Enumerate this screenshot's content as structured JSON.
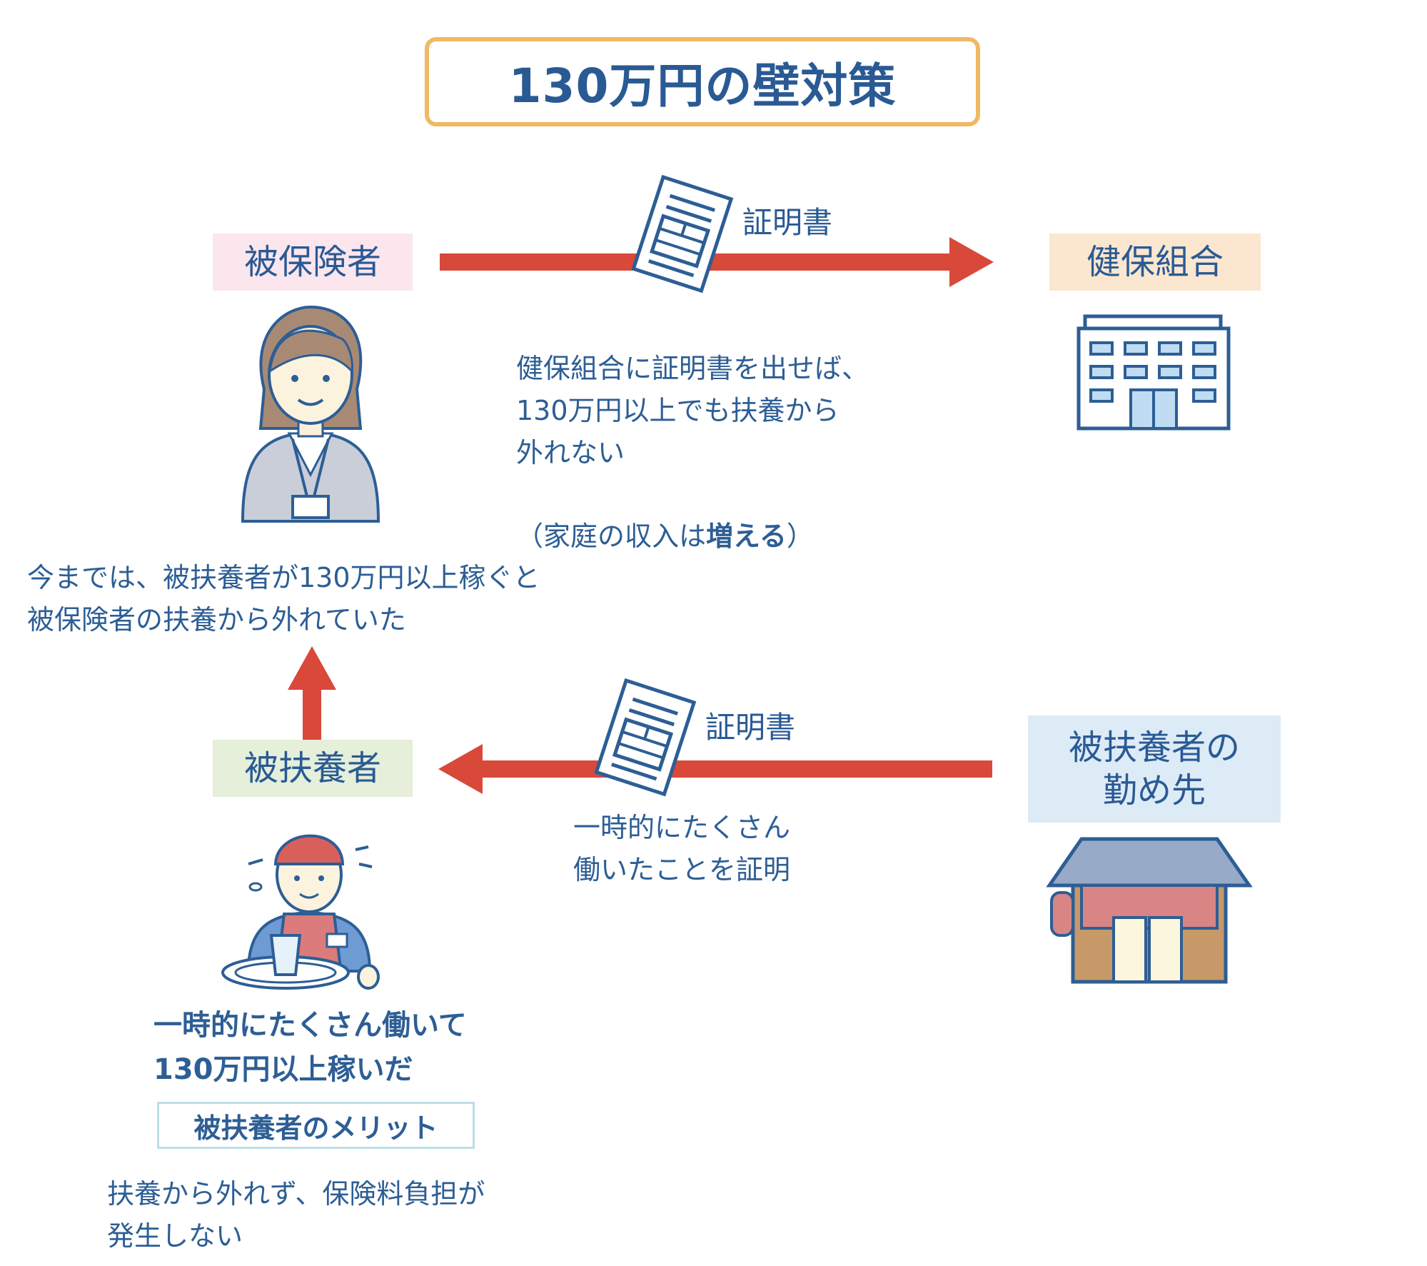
{
  "title": "130万円の壁対策",
  "nodes": {
    "insured": "被保険者",
    "health_union": "健保組合",
    "dependent": "被扶養者",
    "workplace": "被扶養者の\n勤め先"
  },
  "arrows": {
    "top_certificate_label": "証明書",
    "bottom_certificate_label": "証明書"
  },
  "captions": {
    "top_center": "健保組合に証明書を出せば、\n130万円以上でも扶養から\n外れない",
    "top_center_prefix": "（家庭の収入は",
    "top_center_emphasis": "増える",
    "top_center_suffix": "）",
    "left_middle": "今までは、被扶養者が130万円以上稼ぐと\n被保険者の扶養から外れていた",
    "bottom_center": "一時的にたくさん\n働いたことを証明",
    "dependent_status": "一時的にたくさん働いて\n130万円以上稼いだ",
    "merit_title": "被扶養者のメリット",
    "merit_text": "扶養から外れず、保険料負担が\n発生しない"
  },
  "icons": {
    "insured": "office-woman-icon",
    "health_union": "office-building-icon",
    "dependent": "waiter-icon",
    "workplace": "shop-icon",
    "certificate": "document-icon"
  },
  "colors": {
    "text": "#2d5e95",
    "arrow": "#d9493a",
    "title_border": "#f0b965"
  }
}
